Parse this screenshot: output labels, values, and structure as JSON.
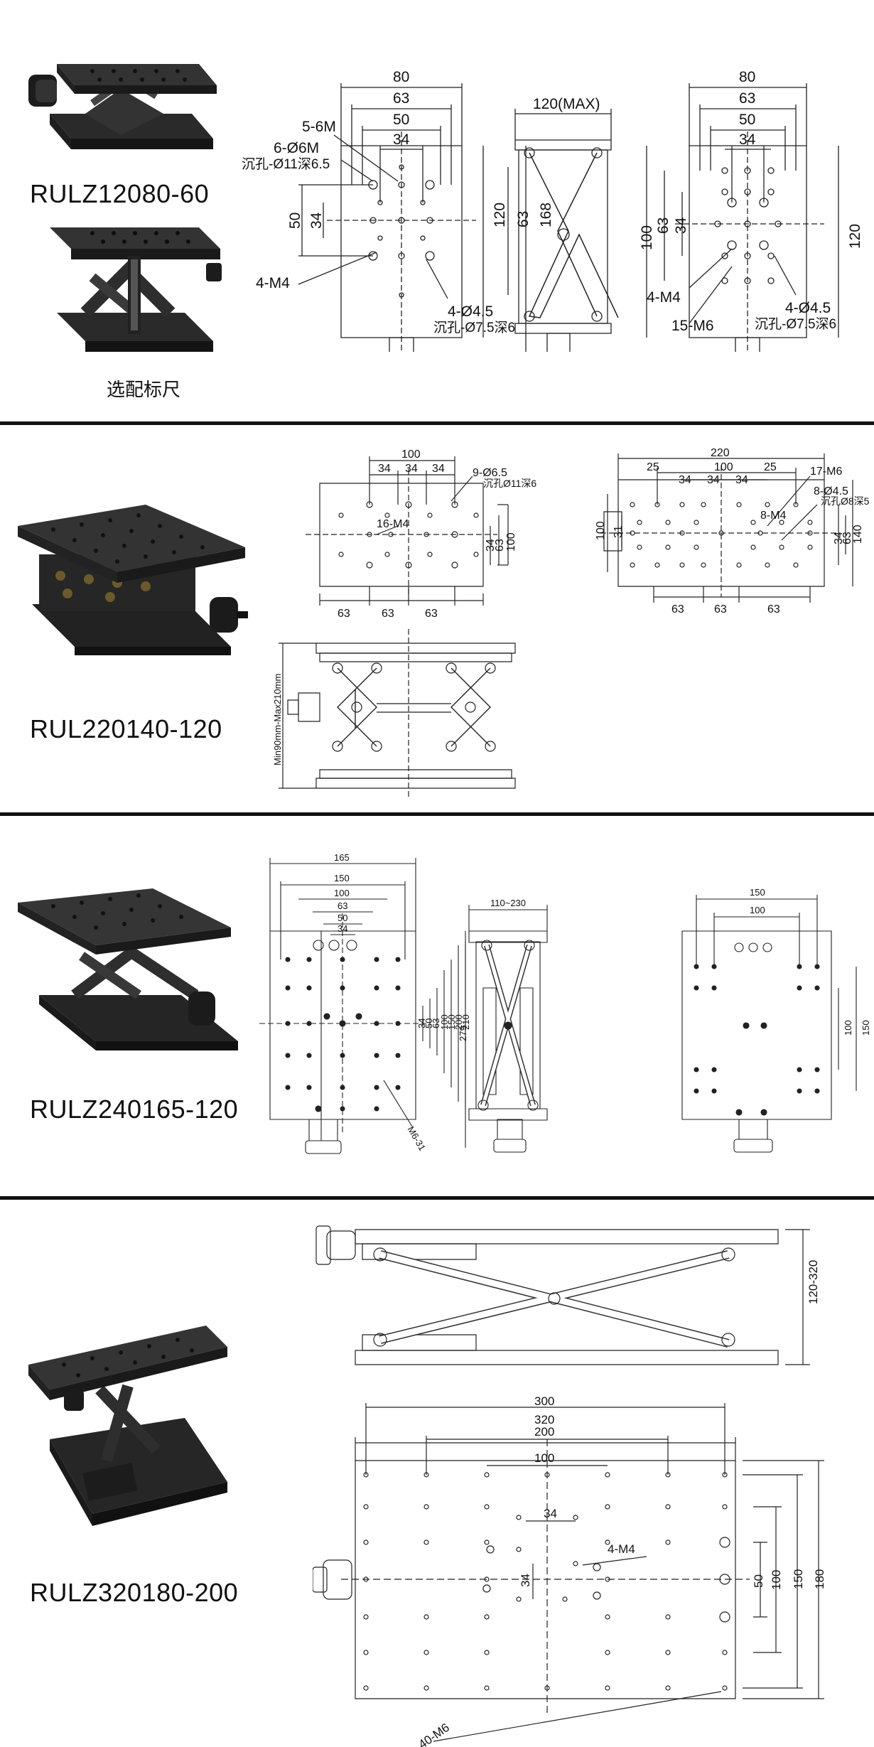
{
  "sections": [
    {
      "model": "RULZ12080-60",
      "optional_caption": "选配标尺",
      "drawing": {
        "top_view": {
          "dims_top": [
            "80",
            "63",
            "50",
            "34"
          ],
          "dims_left": [
            "50",
            "34"
          ],
          "dims_right": [
            "120",
            "63",
            "168"
          ],
          "callouts": [
            "5-6M",
            "6-Ø6M",
            "沉孔-Ø11深6.5",
            "4-M4",
            "4-Ø4.5",
            "沉孔-Ø7.5深6"
          ]
        },
        "side_view": {
          "dim_top": "120(MAX)"
        },
        "bottom_view": {
          "dims_top": [
            "80",
            "63",
            "50",
            "34"
          ],
          "dims_left": [
            "100",
            "63",
            "34"
          ],
          "dims_right": [
            "120"
          ],
          "callouts": [
            "4-M4",
            "15-M6",
            "4-Ø4.5",
            "沉孔-Ø7.5深6"
          ]
        }
      }
    },
    {
      "model": "RUL220140-120",
      "drawing": {
        "top_view": {
          "dims_top": [
            "100",
            "34",
            "34",
            "34"
          ],
          "dims_right": [
            "34",
            "63",
            "100"
          ],
          "dims_bottom": [
            "63",
            "63",
            "63"
          ],
          "callouts": [
            "9-Ø6.5",
            "沉孔Ø11深6",
            "16-M4"
          ]
        },
        "bottom_view": {
          "dims_top": [
            "220",
            "25",
            "100",
            "25",
            "34",
            "34",
            "34"
          ],
          "dims_left": [
            "100",
            "31"
          ],
          "dims_right": [
            "34",
            "63",
            "140"
          ],
          "dims_bottom": [
            "63",
            "63",
            "63"
          ],
          "callouts": [
            "17-M6",
            "8-Ø4.5",
            "沉孔Ø8深5",
            "8-M4"
          ]
        },
        "side_view": {
          "height_label": "Min90mm-Max210mm"
        }
      }
    },
    {
      "model": "RULZ240165-120",
      "drawing": {
        "top_view": {
          "dims_top": [
            "165",
            "150",
            "100",
            "63",
            "50",
            "34"
          ],
          "dims_right": [
            "34",
            "50",
            "63",
            "100",
            "150",
            "200",
            "210"
          ],
          "callouts": [
            "M6-31"
          ]
        },
        "side_view": {
          "dim_top": "110~230",
          "dim_left": "279"
        },
        "bottom_view": {
          "dims_top": [
            "150",
            "100"
          ],
          "dims_right": [
            "100",
            "150"
          ]
        }
      }
    },
    {
      "model": "RULZ320180-200",
      "drawing": {
        "side_view": {
          "dim_right": "120-320"
        },
        "top_view": {
          "dims_top": [
            "320",
            "300",
            "200",
            "100",
            "34"
          ],
          "dims_left": [
            "34"
          ],
          "dims_right": [
            "50",
            "100",
            "150",
            "180"
          ],
          "callouts": [
            "4-M4",
            "40-M6"
          ]
        }
      }
    }
  ]
}
